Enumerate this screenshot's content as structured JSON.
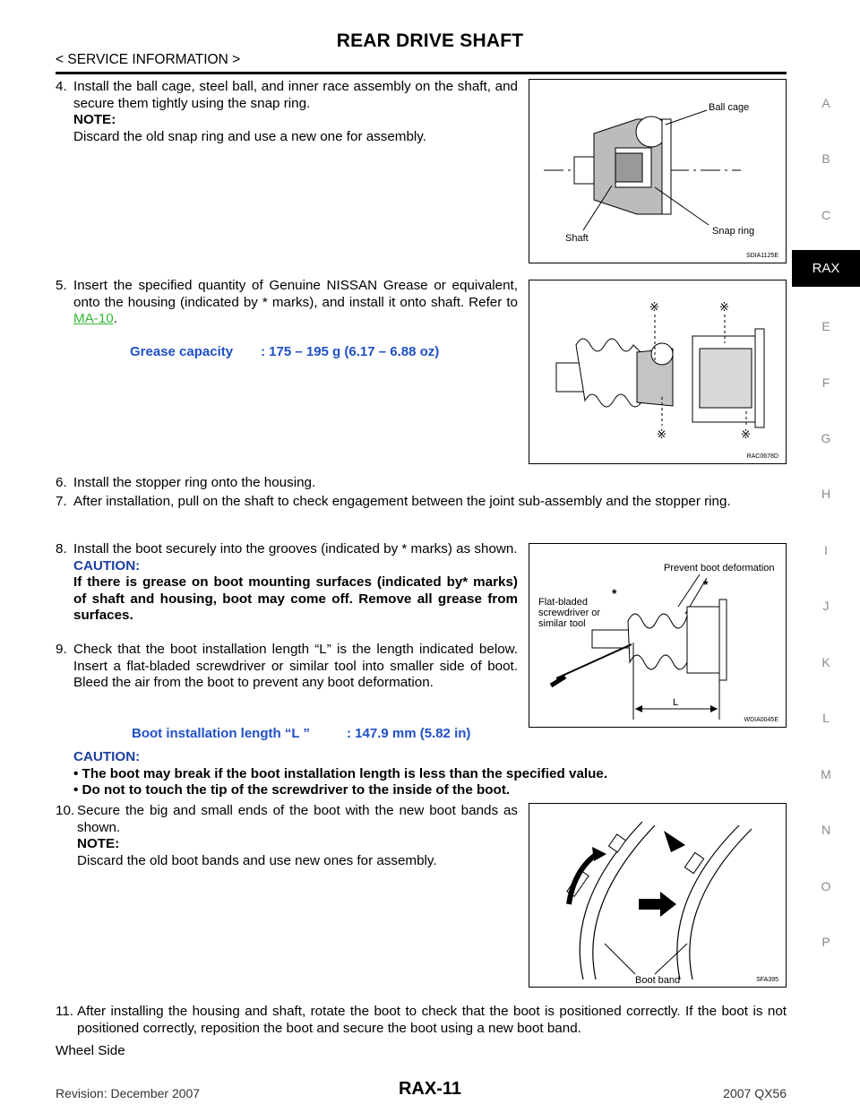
{
  "header": {
    "title": "REAR DRIVE SHAFT",
    "subtitle": "< SERVICE INFORMATION >"
  },
  "side_tabs": [
    "A",
    "B",
    "C",
    "RAX",
    "E",
    "F",
    "G",
    "H",
    "I",
    "J",
    "K",
    "L",
    "M",
    "N",
    "O",
    "P"
  ],
  "active_tab": "RAX",
  "steps": {
    "s4": {
      "num": "4.",
      "text": "Install the ball cage, steel ball, and inner race assembly on the shaft, and secure them tightly using the snap ring.",
      "note_label": "NOTE:",
      "note_text": "Discard the old snap ring and use a new one for assembly."
    },
    "s5": {
      "num": "5.",
      "text_before": "Insert the specified quantity of Genuine NISSAN Grease or equivalent, onto the housing (indicated by * marks), and install it onto shaft. Refer to ",
      "link": "MA-10",
      "text_after": ".",
      "spec_label": "Grease capacity",
      "spec_value": ": 175 – 195 g (6.17 – 6.88 oz)"
    },
    "s6": {
      "num": "6.",
      "text": "Install the stopper ring onto the housing."
    },
    "s7": {
      "num": "7.",
      "text": "After installation, pull on the shaft to check engagement between the joint sub-assembly and the stopper ring."
    },
    "s8": {
      "num": "8.",
      "text": "Install the boot securely into the grooves (indicated by * marks) as shown.",
      "caution_label": "CAUTION:",
      "caution_text": "If there is grease on boot mounting surfaces (indicated by* marks) of shaft and housing, boot may come off. Remove all grease from surfaces."
    },
    "s9": {
      "num": "9.",
      "text": "Check that the boot installation length “L” is the length indicated below. Insert a flat-bladed screwdriver or similar tool into smaller side of boot. Bleed the air from the boot to prevent any boot deformation.",
      "spec_label": "Boot installation length “L ”",
      "spec_value": ": 147.9 mm (5.82 in)",
      "caution_label": "CAUTION:",
      "caution_bullet1": "• The boot may break if the boot installation length is less than the specified value.",
      "caution_bullet2": "• Do not to touch the tip of the screwdriver to the inside of the boot."
    },
    "s10": {
      "num": "10.",
      "text": "Secure the big and small ends of the boot with the new boot bands as shown.",
      "note_label": "NOTE:",
      "note_text": "Discard the old boot bands and use new ones for assembly."
    },
    "s11": {
      "num": "11.",
      "text": "After installing the housing and shaft, rotate the boot to check that the boot is positioned correctly. If the boot is not positioned correctly, reposition the boot and secure the boot using a new boot band."
    },
    "wheel_side": "Wheel Side"
  },
  "figures": {
    "fig1": {
      "id": "SDIA1125E",
      "ball_cage": "Ball cage",
      "shaft": "Shaft",
      "snap_ring": "Snap ring"
    },
    "fig2": {
      "id": "RAC0678D"
    },
    "fig3": {
      "id": "WDIA0045E",
      "prevent": "Prevent boot deformation",
      "tool1": "Flat-bladed",
      "tool2": "screwdriver or",
      "tool3": "similar tool",
      "L": "L"
    },
    "fig4": {
      "id": "SFA395",
      "boot_band": "Boot band"
    }
  },
  "footer": {
    "revision": "Revision: December 2007",
    "page": "RAX-11",
    "model": "2007 QX56"
  }
}
